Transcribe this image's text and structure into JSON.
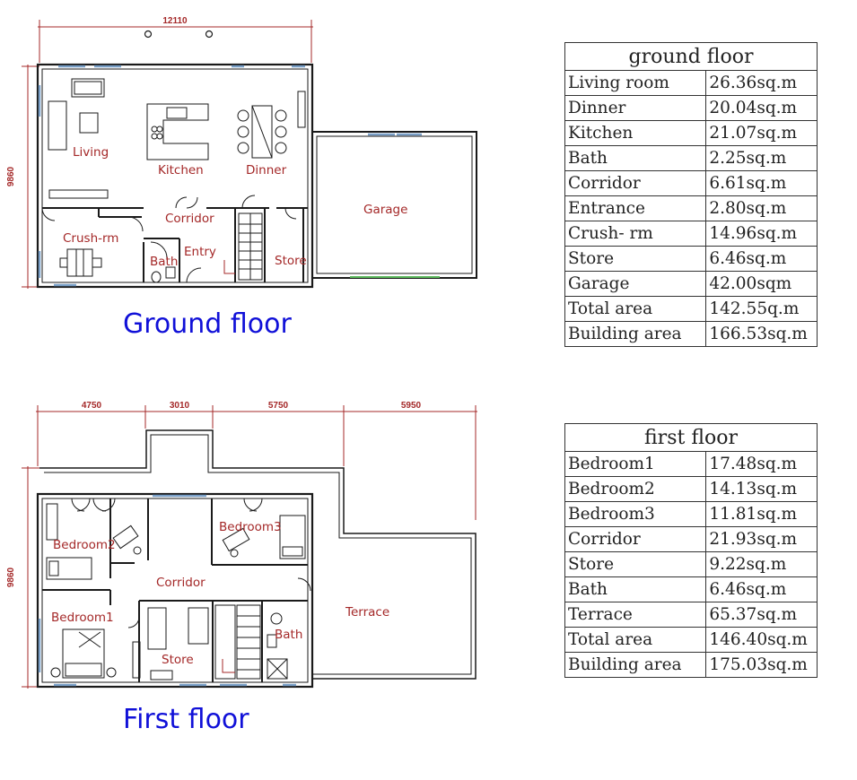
{
  "ground_floor": {
    "caption": "Ground floor",
    "dimensions": {
      "width": "12110",
      "height": "9860"
    },
    "rooms": {
      "living": "Living",
      "kitchen": "Kitchen",
      "dinner": "Dinner",
      "corridor": "Corridor",
      "crush": "Crush-rm",
      "bath": "Bath",
      "entry": "Entry",
      "store": "Store",
      "garage": "Garage"
    },
    "table": {
      "title": "ground floor",
      "rows": [
        {
          "name": "Living room",
          "area": "26.36sq.m"
        },
        {
          "name": "Dinner",
          "area": "20.04sq.m"
        },
        {
          "name": "Kitchen",
          "area": "21.07sq.m"
        },
        {
          "name": "Bath",
          "area": "2.25sq.m"
        },
        {
          "name": "Corridor",
          "area": "6.61sq.m"
        },
        {
          "name": "Entrance",
          "area": "2.80sq.m"
        },
        {
          "name": "Crush- rm",
          "area": "14.96sq.m"
        },
        {
          "name": "Store",
          "area": "6.46sq.m"
        },
        {
          "name": "Garage",
          "area": "42.00sqm"
        },
        {
          "name": "Total area",
          "area": "142.55q.m"
        },
        {
          "name": "Building area",
          "area": "166.53sq.m"
        }
      ]
    }
  },
  "first_floor": {
    "caption": "First floor",
    "dimensions": {
      "w1": "4750",
      "w2": "3010",
      "w3": "5750",
      "w4": "5950",
      "height": "9860"
    },
    "rooms": {
      "bedroom2": "Bedroom2",
      "bedroom3": "Bedroom3",
      "corridor": "Corridor",
      "bedroom1": "Bedroom1",
      "store": "Store",
      "bath": "Bath",
      "terrace": "Terrace"
    },
    "table": {
      "title": "first floor",
      "rows": [
        {
          "name": "Bedroom1",
          "area": "17.48sq.m"
        },
        {
          "name": "Bedroom2",
          "area": "14.13sq.m"
        },
        {
          "name": "Bedroom3",
          "area": "11.81sq.m"
        },
        {
          "name": "Corridor",
          "area": "21.93sq.m"
        },
        {
          "name": "Store",
          "area": "9.22sq.m"
        },
        {
          "name": "Bath",
          "area": "6.46sq.m"
        },
        {
          "name": "Terrace",
          "area": "65.37sq.m"
        },
        {
          "name": "Total area",
          "area": "146.40sq.m"
        },
        {
          "name": "Building area",
          "area": "175.03sq.m"
        }
      ]
    }
  },
  "colors": {
    "walls": "#1a1a1a",
    "labels": "#a42828",
    "caption": "#1010d8",
    "window": "#7aa0c8"
  }
}
